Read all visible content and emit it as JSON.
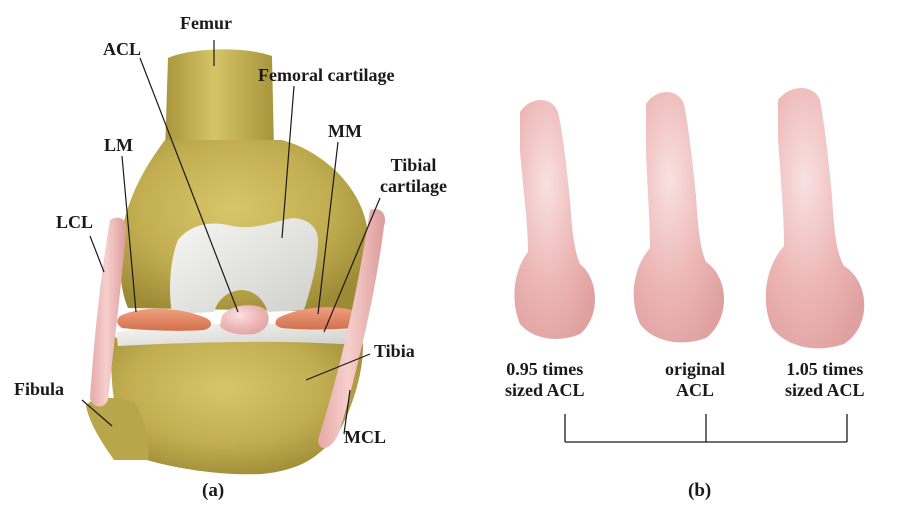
{
  "panel_a": {
    "caption": "(a)",
    "labels": {
      "femur": "Femur",
      "acl": "ACL",
      "femoral_cartilage": "Femoral cartilage",
      "lm": "LM",
      "mm": "MM",
      "tibial_cartilage_1": "Tibial",
      "tibial_cartilage_2": "cartilage",
      "lcl": "LCL",
      "tibia": "Tibia",
      "fibula": "Fibula",
      "mcl": "MCL"
    }
  },
  "panel_b": {
    "caption": "(b)",
    "models": [
      {
        "line1": "0.95 times",
        "line2": "sized ACL"
      },
      {
        "line1": "original",
        "line2": "ACL"
      },
      {
        "line1": "1.05 times",
        "line2": "sized ACL"
      }
    ]
  },
  "colors": {
    "bone": "#C9B457",
    "bone_dark": "#8E7C2E",
    "cartilage": "#EDEDEA",
    "meniscus": "#E58762",
    "ligament": "#EDB3B1",
    "ligament_dark": "#D78E8E"
  }
}
